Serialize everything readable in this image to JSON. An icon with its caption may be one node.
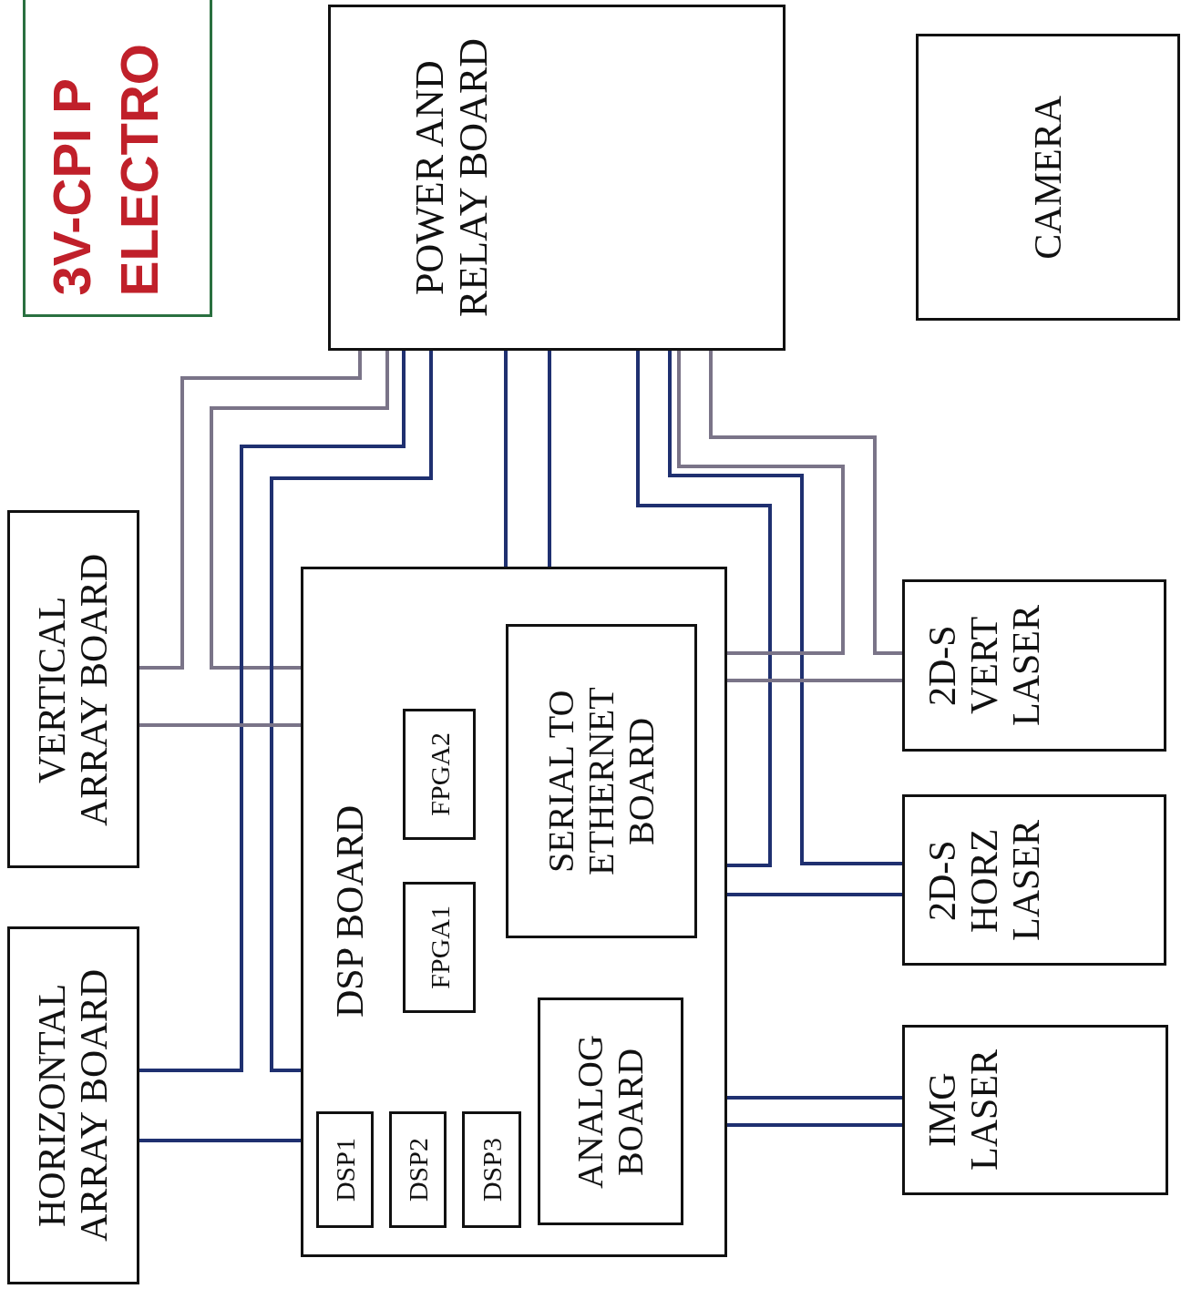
{
  "diagram": {
    "nodes": [
      {
        "text": [
          "3V-CPI P",
          "ELECTRO"
        ]
      },
      {
        "text": [
          "POWER AND RELAY BOARD"
        ]
      },
      {
        "text": [
          "CAMERA"
        ]
      },
      {
        "text": [
          "VERTICAL ARRAY BOARD"
        ]
      },
      {
        "text": [
          "HORIZONTAL ARRAY BOARD"
        ]
      },
      {
        "text": [
          "DSP BOARD"
        ]
      },
      {
        "text": [
          "SERIAL TO ETHERNET BOARD"
        ],
        "in": 5
      },
      {
        "text": [
          "FPGA2"
        ],
        "in": 5
      },
      {
        "text": [
          "FPGA1"
        ],
        "in": 5
      },
      {
        "text": [
          "ANALOG BOARD"
        ],
        "in": 5
      },
      {
        "text": [
          "DSP1"
        ],
        "in": 5
      },
      {
        "text": [
          "DSP2"
        ],
        "in": 5
      },
      {
        "text": [
          "DSP3"
        ],
        "in": 5
      },
      {
        "text": [
          "2D-S VERT LASER"
        ]
      },
      {
        "text": [
          "2D-S HORZ LASER"
        ]
      },
      {
        "text": [
          "IMG LASER"
        ]
      }
    ],
    "edges": [
      {
        "from": 1,
        "to": 3,
        "arrow": "none",
        "color": "#7a7488"
      },
      {
        "from": 1,
        "to": 5,
        "arrow": "none",
        "color": "#7a7488"
      },
      {
        "from": 1,
        "to": 4,
        "arrow": "none"
      },
      {
        "from": 1,
        "to": 5,
        "arrow": "none"
      },
      {
        "from": 1,
        "to": 5,
        "arrow": "none"
      },
      {
        "from": 1,
        "to": 5,
        "arrow": "none"
      },
      {
        "from": 1,
        "to": 5,
        "arrow": "none"
      },
      {
        "from": 1,
        "to": 14,
        "arrow": "none"
      },
      {
        "from": 1,
        "to": 5,
        "arrow": "none",
        "color": "#7a7488"
      },
      {
        "from": 1,
        "to": 13,
        "arrow": "none",
        "color": "#7a7488"
      },
      {
        "from": 3,
        "to": 5,
        "arrow": "none",
        "color": "#7a7488"
      },
      {
        "from": 4,
        "to": 5,
        "arrow": "none"
      },
      {
        "from": 5,
        "to": 13,
        "arrow": "none",
        "color": "#7a7488"
      },
      {
        "from": 5,
        "to": 14,
        "arrow": "none"
      },
      {
        "from": 5,
        "to": 15,
        "arrow": "none"
      },
      {
        "from": 5,
        "to": 15,
        "arrow": "none"
      }
    ]
  }
}
